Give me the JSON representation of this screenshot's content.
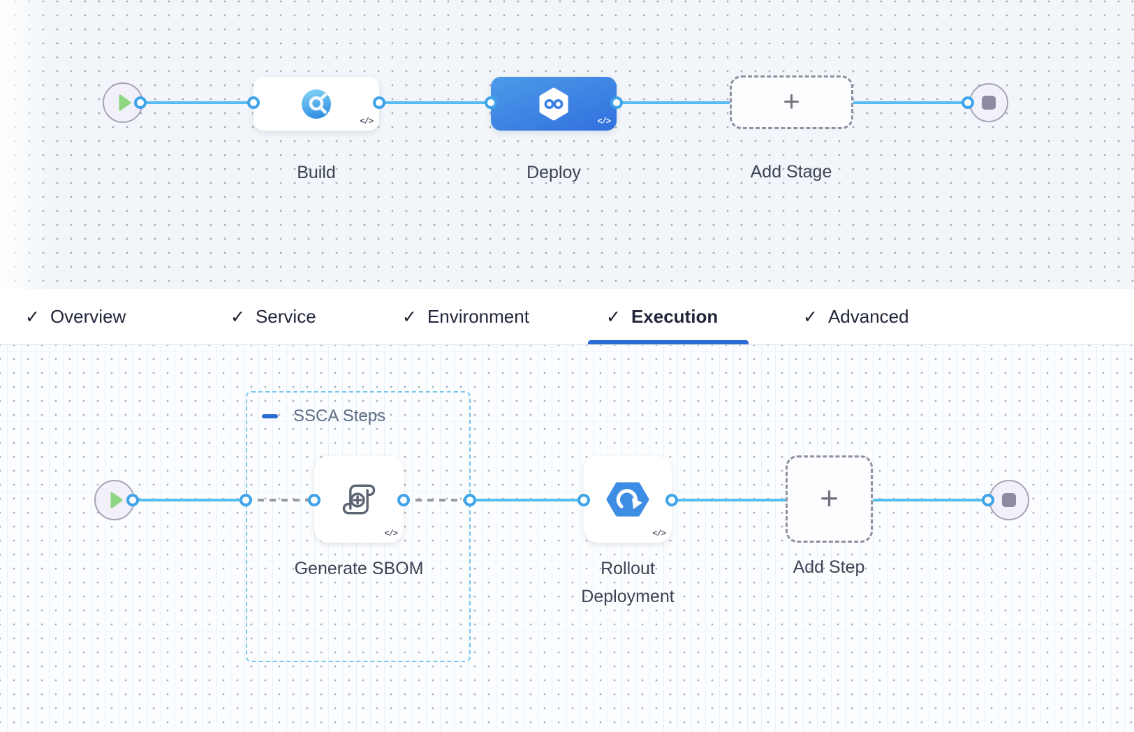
{
  "glyphs": {
    "check": "✓",
    "plus": "+",
    "code": "</>"
  },
  "stage_pipeline": {
    "stages": [
      {
        "id": "build",
        "label": "Build",
        "selected": false
      },
      {
        "id": "deploy",
        "label": "Deploy",
        "selected": true
      },
      {
        "id": "add-stage",
        "label": "Add Stage",
        "selected": false
      }
    ]
  },
  "tabs": [
    {
      "label": "Overview",
      "checked": true,
      "active": false
    },
    {
      "label": "Service",
      "checked": true,
      "active": false
    },
    {
      "label": "Environment",
      "checked": true,
      "active": false
    },
    {
      "label": "Execution",
      "checked": true,
      "active": true
    },
    {
      "label": "Advanced",
      "checked": true,
      "active": false
    }
  ],
  "execution": {
    "group_label": "SSCA Steps",
    "steps": [
      {
        "id": "generate-sbom",
        "label": "Generate SBOM"
      },
      {
        "id": "rollout-deployment",
        "label": "Rollout Deployment"
      },
      {
        "id": "add-step",
        "label": "Add Step"
      }
    ]
  },
  "colors": {
    "connector_blue": "#56bdf0",
    "port_blue": "#3fa3e9",
    "selected_stage_gradient": [
      "#4c9ae9",
      "#3170dd"
    ],
    "active_tab_underline": "#2c6bd3",
    "group_border_blue": "#79c5ee",
    "play_green": "#8ed682",
    "stop_gray": "#8e8aa2"
  }
}
